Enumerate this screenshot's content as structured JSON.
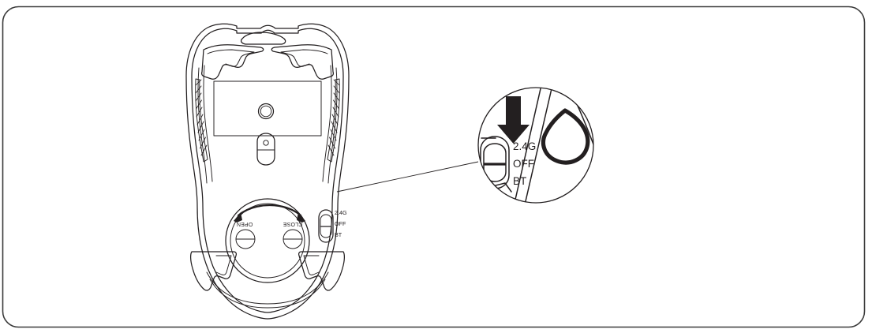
{
  "figure": {
    "title": "Mouse underside with connection mode switch detail",
    "type": "technical-line-diagram",
    "background_color": "#ffffff",
    "line_color": "#231f20",
    "frame_color": "#3b3b3b"
  },
  "frame": {
    "name": "diagram-border",
    "corner_radius": 20
  },
  "mouse": {
    "view": "bottom",
    "sensor": {
      "name": "optical-sensor"
    },
    "dpi_button": {
      "name": "dpi-button"
    },
    "battery_cover": {
      "name": "battery-cover-dial",
      "open_label": "OPEN",
      "close_label": "CLOSE",
      "rotation_degrees": 180
    },
    "switch": {
      "name": "connection-mode-switch",
      "options": [
        "2.4G",
        "OFF",
        "BT"
      ],
      "selected": "OFF"
    }
  },
  "callout": {
    "name": "magnified-switch-callout",
    "shape": "circle",
    "arrow": {
      "name": "down-arrow",
      "direction": "down",
      "color": "#231f20"
    },
    "switch": {
      "name": "connection-mode-switch-magnified",
      "options": [
        "2.4G",
        "OFF",
        "BT"
      ],
      "selected": "OFF"
    }
  }
}
